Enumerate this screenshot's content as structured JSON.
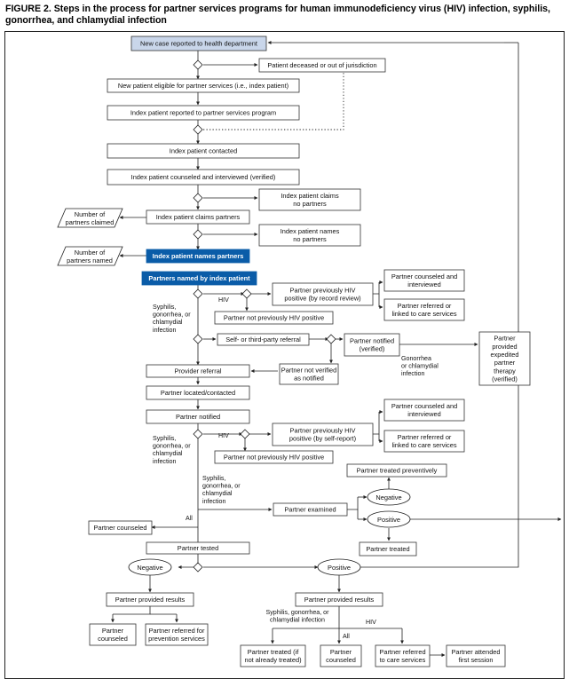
{
  "title": "FIGURE 2. Steps in the process for partner services programs for human immunodeficiency virus (HIV) infection, syphilis, gonorrhea, and chlamydial infection",
  "nodes": {
    "new_case": "New case reported to health department",
    "deceased": "Patient deceased or out of jurisdiction",
    "eligible": "New patient eligible for partner services (i.e., index patient)",
    "reported_ps": "Index patient reported to partner services program",
    "contacted": "Index patient contacted",
    "interviewed": "Index patient counseled and interviewed (verified)",
    "no_claims": "Index patient claims|no partners",
    "claims": "Index patient claims partners",
    "num_claimed": "Number of|partners claimed",
    "no_names": "Index patient names|no partners",
    "num_named": "Number of|partners named",
    "names": "Index patient names partners",
    "named_by_index": "Partners named by index patient",
    "prev_hiv_record": "Partner previously HIV|positive (by record review)",
    "counsel1": "Partner counseled and|interviewed",
    "referred_care1": "Partner referred or|linked to care services",
    "not_prev_hiv1": "Partner not previously HIV positive",
    "self_third": "Self- or third-party referral",
    "notified_verified": "Partner notified|(verified)",
    "ept": "Partner|provided|expedited|partner|therapy|(verified)",
    "provider_ref": "Provider referral",
    "not_verified": "Partner not verified|as notified",
    "located": "Partner located/contacted",
    "notified": "Partner notified",
    "prev_hiv_self": "Partner previously HIV|positive (by self-report)",
    "counsel2": "Partner counseled and|interviewed",
    "referred_care2": "Partner referred or|linked to care services",
    "not_prev_hiv2": "Partner not previously HIV positive",
    "treated_prev": "Partner treated preventively",
    "negative_oval": "Negative",
    "positive_oval": "Positive",
    "examined": "Partner examined",
    "treated": "Partner treated",
    "counseled_left": "Partner counseled",
    "tested": "Partner tested",
    "neg_test": "Negative",
    "pos_test": "Positive",
    "results_neg": "Partner provided results",
    "results_pos": "Partner provided results",
    "counseled_neg": "Partner|counseled",
    "prevention": "Partner referred for|prevention services",
    "treated_if": "Partner treated (if|not already treated)",
    "counseled_pos": "Partner|counseled",
    "care_pos": "Partner referred|to care services",
    "first_session": "Partner attended|first session"
  },
  "labels": {
    "hiv1": "HIV",
    "sgc1": "Syphilis,|gonorrhea, or|chlamydial|infection",
    "gc1": "Gonorrhea|or chlamydial|infection",
    "hiv2": "HIV",
    "sgc2": "Syphilis,|gonorrhea, or|chlamydial|infection",
    "sgc3": "Syphilis,|gonorrhea, or|chlamydial|infection",
    "all1": "All",
    "sgc_bottom": "Syphilis, gonorrhea, or|chlamydial infection",
    "hiv_bottom": "HIV",
    "all_bottom": "All"
  },
  "colors": {
    "highlight_light": "#c9d6ea",
    "highlight_dark": "#0a5ca8"
  }
}
